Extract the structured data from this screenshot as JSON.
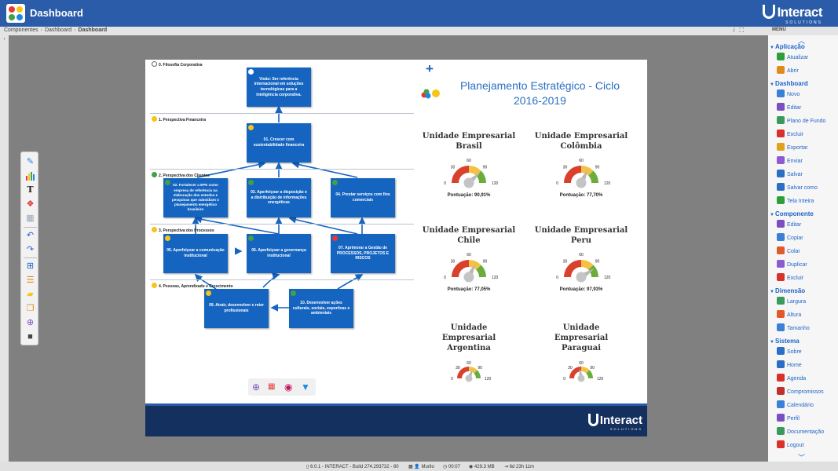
{
  "app": {
    "title": "Dashboard",
    "brand": "Interact",
    "brand_sub": "SOLUTIONS"
  },
  "breadcrumb": [
    "Componentes",
    "Dashboard",
    "Dashboard"
  ],
  "menu_label": "MENU",
  "strategy_map": {
    "perspectives": [
      {
        "label": "0. Filosofia Corporativa",
        "color": "#ffffff"
      },
      {
        "label": "1. Perspectiva Financeira",
        "color": "#f5c518"
      },
      {
        "label": "2. Perspectiva dos Clientes",
        "color": "#43a047"
      },
      {
        "label": "3. Perspectiva dos Processos",
        "color": "#f5c518"
      },
      {
        "label": "4. Pessoas, Aprendizado e Crescimento",
        "color": "#f5c518"
      }
    ],
    "objectives": [
      {
        "text": "Visão: Ser referência internacional em soluções tecnológicas para a inteligência corporativa.",
        "status": "#ffffff"
      },
      {
        "text": "01. Crescer com sustentabilidade financeira",
        "status": "#f5c518"
      },
      {
        "text": "02. Fortalecer a EPE como empresa de referência na elaboração dos estudos e pesquisas que subsidiam o planejamento energético brasileiro",
        "status": "#43a047"
      },
      {
        "text": "02. Aperfeiçoar a disposição e a distribuição de informações energéticas",
        "status": "#43a047"
      },
      {
        "text": "04. Prestar serviços com fins comerciais",
        "status": "#43a047"
      },
      {
        "text": "05. Aperfeiçoar a comunicação institucional",
        "status": "#f5c518"
      },
      {
        "text": "06. Aperfeiçoar a governança institucional",
        "status": "#43a047"
      },
      {
        "text": "07. Aprimorar a Gestão de PROCESSOS, PROJETOS E RISCOS",
        "status": "#e53935"
      },
      {
        "text": "09. Atrair, desenvolver e reter profissionais",
        "status": "#f5c518"
      },
      {
        "text": "10. Desenvolver ações culturais, sociais, esportivas e ambientais",
        "status": "#43a047"
      }
    ]
  },
  "dashboard": {
    "title": "Planejamento Estratégico - Ciclo 2016-2019",
    "gauge_ticks": [
      "0",
      "30",
      "60",
      "90",
      "120"
    ],
    "units": [
      {
        "name": "Unidade Empresarial Brasil",
        "score_label": "Pontuação: 90,91%",
        "value": 90.91
      },
      {
        "name": "Unidade Empresarial Colômbia",
        "score_label": "Pontuação: 77,70%",
        "value": 77.7
      },
      {
        "name": "Unidade Empresarial Chile",
        "score_label": "Pontuação: 77,05%",
        "value": 77.05
      },
      {
        "name": "Unidade Empresarial Peru",
        "score_label": "Pontuação: 97,93%",
        "value": 97.93
      },
      {
        "name": "Unidade Empresarial Argentina",
        "score_label": "",
        "value": 75
      },
      {
        "name": "Unidade Empresarial Paraguai",
        "score_label": "",
        "value": 55
      }
    ]
  },
  "menu": {
    "sections": [
      {
        "title": "Aplicação",
        "items": [
          {
            "label": "Atualizar",
            "icon": "refresh-icon",
            "color": "#2e9e3a"
          },
          {
            "label": "Abrir",
            "icon": "folder-icon",
            "color": "#e08a1e"
          }
        ]
      },
      {
        "title": "Dashboard",
        "items": [
          {
            "label": "Novo",
            "icon": "new-icon",
            "color": "#3c7fd6"
          },
          {
            "label": "Editar",
            "icon": "edit-icon",
            "color": "#7b4fc2"
          },
          {
            "label": "Plano de Fundo",
            "icon": "background-icon",
            "color": "#3a9a5c"
          },
          {
            "label": "Excluir",
            "icon": "delete-icon",
            "color": "#d9302c"
          },
          {
            "label": "Exportar",
            "icon": "export-icon",
            "color": "#e0a21e"
          },
          {
            "label": "Enviar",
            "icon": "send-icon",
            "color": "#8e5ad0"
          },
          {
            "label": "Salvar",
            "icon": "save-icon",
            "color": "#2b6fc4"
          },
          {
            "label": "Salvar como",
            "icon": "save-as-icon",
            "color": "#2b6fc4"
          },
          {
            "label": "Tela Inteira",
            "icon": "fullscreen-icon",
            "color": "#2e9e3a"
          }
        ]
      },
      {
        "title": "Componente",
        "items": [
          {
            "label": "Editar",
            "icon": "edit-icon",
            "color": "#7b4fc2"
          },
          {
            "label": "Copiar",
            "icon": "copy-icon",
            "color": "#3c7fd6"
          },
          {
            "label": "Colar",
            "icon": "paste-icon",
            "color": "#e05a2c"
          },
          {
            "label": "Duplicar",
            "icon": "duplicate-icon",
            "color": "#8e5ad0"
          },
          {
            "label": "Excluir",
            "icon": "delete-icon",
            "color": "#d9302c"
          }
        ]
      },
      {
        "title": "Dimensão",
        "items": [
          {
            "label": "Largura",
            "icon": "width-icon",
            "color": "#3a9a5c"
          },
          {
            "label": "Altura",
            "icon": "height-icon",
            "color": "#e05a2c"
          },
          {
            "label": "Tamanho",
            "icon": "size-icon",
            "color": "#3c7fd6"
          }
        ]
      },
      {
        "title": "Sistema",
        "items": [
          {
            "label": "Sobre",
            "icon": "info-icon",
            "color": "#2b6fc4"
          },
          {
            "label": "Home",
            "icon": "home-icon",
            "color": "#2b6fc4"
          },
          {
            "label": "Agenda",
            "icon": "agenda-icon",
            "color": "#d9302c"
          },
          {
            "label": "Compromissos",
            "icon": "appointments-icon",
            "color": "#c2302c"
          },
          {
            "label": "Calendário",
            "icon": "calendar-icon",
            "color": "#3c7fd6"
          },
          {
            "label": "Perfil",
            "icon": "profile-icon",
            "color": "#7b4fc2"
          },
          {
            "label": "Documentação",
            "icon": "documentation-icon",
            "color": "#3a9a5c"
          },
          {
            "label": "Logout",
            "icon": "logout-icon",
            "color": "#d9302c"
          }
        ]
      }
    ]
  },
  "status": {
    "build": "6.0.1 - INTERACT - Build 274.293732 - 80",
    "user": "Murilo",
    "time": "00:07",
    "memory": "429.3 MB",
    "uptime": "6d 23h 11m"
  }
}
